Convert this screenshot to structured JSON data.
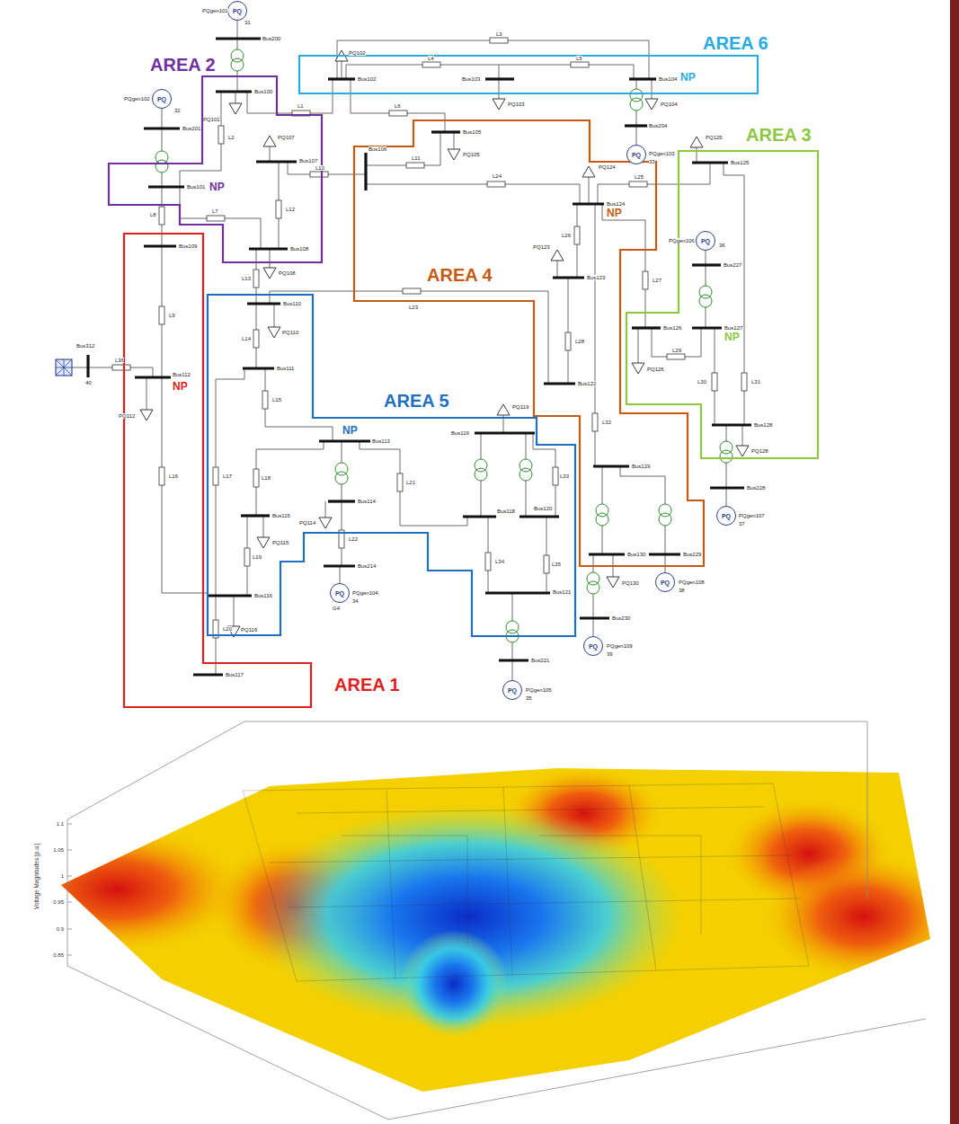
{
  "diagram": {
    "nodes": [
      {
        "text": [
          "AREA 6"
        ]
      },
      {
        "text": [
          "AREA 2"
        ]
      },
      {
        "text": [
          "AREA 3"
        ]
      },
      {
        "text": [
          "AREA 4"
        ]
      },
      {
        "text": [
          "AREA 5"
        ]
      },
      {
        "text": [
          "AREA 1"
        ]
      },
      {
        "text": [
          "PQ"
        ]
      },
      {
        "text": [
          "PQ"
        ]
      },
      {
        "text": [
          "PQ"
        ]
      },
      {
        "text": [
          "PQ"
        ],
        "in": 2
      },
      {
        "text": [
          "PQ"
        ]
      },
      {
        "text": [
          "PQ"
        ]
      },
      {
        "text": [
          "PQ"
        ]
      },
      {
        "text": [
          "PQ"
        ]
      },
      {
        "text": [
          "PQ"
        ]
      }
    ],
    "labels": [
      "PQgen101",
      "31",
      "Bus200",
      "Bus100",
      "PQgen102",
      "32",
      "Bus201",
      "PQ101",
      "L2",
      "L1",
      "PQ107",
      "Bus107",
      "Bus101",
      "NP",
      "L10",
      "L7",
      "L8",
      "L12",
      "Bus109",
      "Bus108",
      "PQ108",
      "L13",
      "Bus110",
      "PQ110",
      "L14",
      "L9",
      "Bus312",
      "L36",
      "40",
      "Bus112",
      "NP",
      "PQ112",
      "Bus111",
      "L15",
      "NP",
      "Bus113",
      "L16",
      "L17",
      "L18",
      "L21",
      "Bus114",
      "PQ114",
      "Bus115",
      "PQ115",
      "L22",
      "Bus214",
      "L19",
      "PQgen104",
      "G4",
      "34",
      "Bus116",
      "PQ116",
      "L20",
      "Bus117",
      "PQ102",
      "L3",
      "Bus102",
      "L4",
      "Bus103",
      "L5",
      "Bus104",
      "NP",
      "PQ103",
      "PQ104",
      "L6",
      "Bus204",
      "Bus105",
      "PQgen103",
      "33",
      "PQ105",
      "L11",
      "Bus106",
      "L24",
      "PQ124",
      "L25",
      "Bus124",
      "NP",
      "L26",
      "PQ123",
      "Bus123",
      "L27",
      "L23",
      "L28",
      "PQ126",
      "Bus122",
      "PQ125",
      "Bus125",
      "PQgen106",
      "36",
      "Bus227",
      "Bus126",
      "Bus127",
      "NP",
      "L29",
      "L30",
      "L31",
      "Bus128",
      "PQ128",
      "Bus228",
      "PQgen107",
      "37",
      "PQ119",
      "Bus119",
      "L32",
      "L33",
      "Bus129",
      "Bus118",
      "Bus120",
      "Bus130",
      "Bus229",
      "L34",
      "L35",
      "PQ130",
      "PQgen108",
      "38",
      "Bus121",
      "Bus230",
      "PQgen109",
      "39",
      "Bus221",
      "PQgen105",
      "35",
      "Voltage Magnitudes [p.u.]",
      "1.1",
      "1.05",
      "1",
      "0.95",
      "0.9",
      "0.85"
    ]
  }
}
